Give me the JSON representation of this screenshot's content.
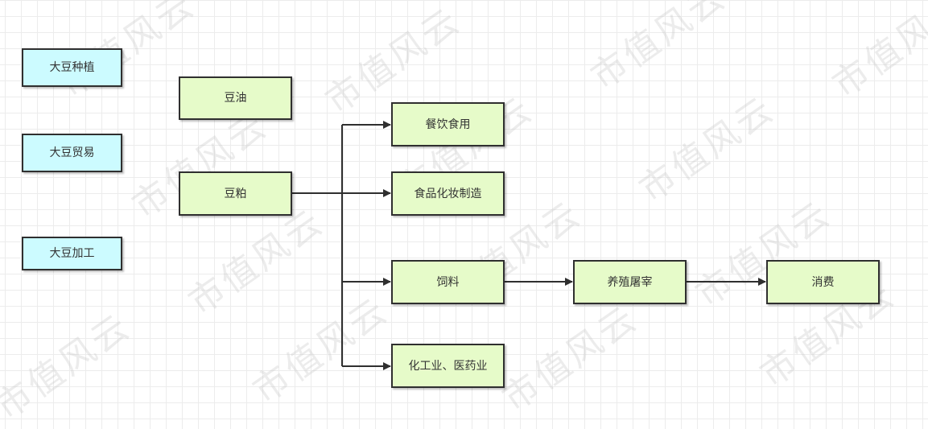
{
  "watermark": "市值风云",
  "colors": {
    "upstream_fill": "#ccfbff",
    "product_fill": "#e6fbc9",
    "stroke": "#2f2f2f"
  },
  "nodes": {
    "planting": "大豆种植",
    "trade": "大豆贸易",
    "processing": "大豆加工",
    "soybean_oil": "豆油",
    "soybean_meal": "豆粕",
    "catering": "餐饮食用",
    "food_cosmetics": "食品化妆制造",
    "feed": "饲料",
    "chemical_pharma": "化工业、医药业",
    "livestock": "养殖屠宰",
    "consumption": "消费"
  },
  "edges": [
    {
      "from": "soybean_meal",
      "to": "catering"
    },
    {
      "from": "soybean_meal",
      "to": "food_cosmetics"
    },
    {
      "from": "soybean_meal",
      "to": "feed"
    },
    {
      "from": "soybean_meal",
      "to": "chemical_pharma"
    },
    {
      "from": "feed",
      "to": "livestock"
    },
    {
      "from": "livestock",
      "to": "consumption"
    }
  ]
}
